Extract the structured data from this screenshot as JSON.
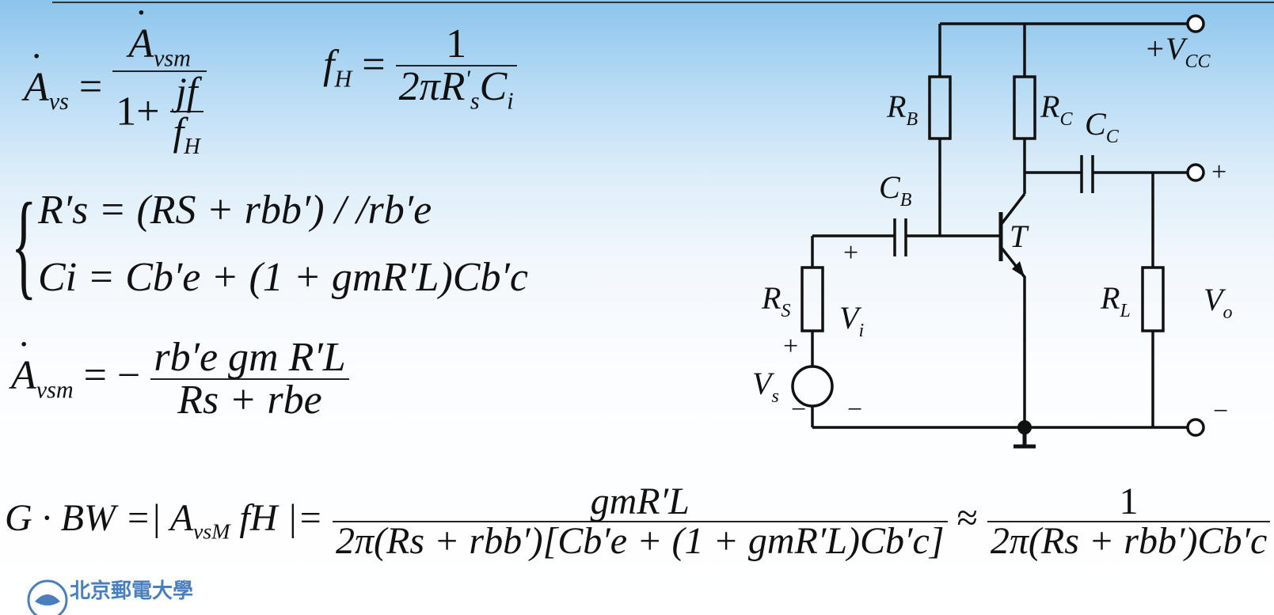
{
  "formulas": {
    "avs_lhs": "A",
    "avs_lhs_sub": "vs",
    "avs_num": "A",
    "avs_num_sub": "vsm",
    "avs_den_one": "1+",
    "avs_den_num": "jf",
    "avs_den_den": "f",
    "avs_den_den_sub": "H",
    "fh_lhs": "f",
    "fh_lhs_sub": "H",
    "fh_num": "1",
    "fh_den_a": "2π",
    "fh_den_r": "R",
    "fh_den_r_sup": "'",
    "fh_den_r_sub": "s",
    "fh_den_c": "C",
    "fh_den_c_sub": "i",
    "rs_line": "R′s = (RS + rbb′) / /rb′e",
    "ci_line": "Ci = Cb′e + (1 + gmR′L)Cb′c",
    "avsm_lhs": "A",
    "avsm_lhs_sub": "vsm",
    "avsm_num": "rb′e gm R′L",
    "avsm_den": "Rs + rbe",
    "gbw_lhs": "G · BW =| A",
    "gbw_lhs_sub": "vsM",
    "gbw_fh": "fH |=",
    "gbw_num1": "gmR′L",
    "gbw_den1": "2π(Rs + rbb′)[Cb′e + (1 + gmR′L)Cb′c]",
    "gbw_approx": "≈",
    "gbw_num2": "1",
    "gbw_den2": "2π(Rs + rbb′)Cb′c"
  },
  "circuit": {
    "vcc": "+V",
    "vcc_sub": "CC",
    "rb": "R",
    "rb_sub": "B",
    "rc": "R",
    "rc_sub": "C",
    "cc": "C",
    "cc_sub": "C",
    "cb": "C",
    "cb_sub": "B",
    "t": "T",
    "rs": "R",
    "rs_sub": "S",
    "rl": "R",
    "rl_sub": "L",
    "vi": "V",
    "vi_sub": "i",
    "vo": "V",
    "vo_sub": "o",
    "vs": "V",
    "vs_sub": "s",
    "plus": "+",
    "minus": "−"
  },
  "logo": {
    "text": "北京郵電大學"
  }
}
